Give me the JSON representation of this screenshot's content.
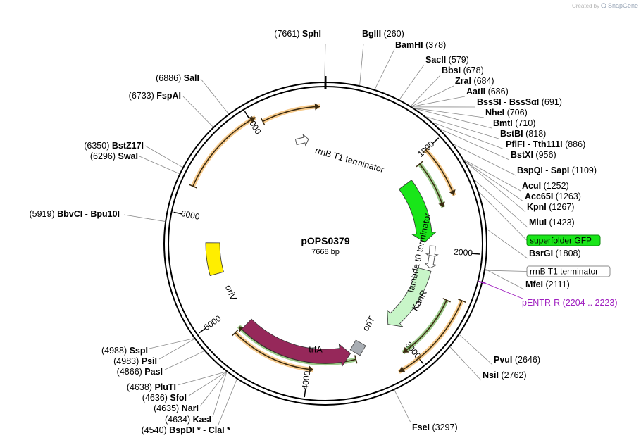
{
  "credit": {
    "prefix": "Created by",
    "brand": "SnapGene"
  },
  "plasmid": {
    "name": "pOPS0379",
    "length": 7668,
    "length_label": "7668 bp"
  },
  "ticks": [
    {
      "pos": 1000,
      "label": "1000"
    },
    {
      "pos": 2000,
      "label": "2000"
    },
    {
      "pos": 3000,
      "label": "3000"
    },
    {
      "pos": 4000,
      "label": "4000"
    },
    {
      "pos": 5000,
      "label": "5000"
    },
    {
      "pos": 6000,
      "label": "6000"
    },
    {
      "pos": 7000,
      "label": "7000"
    }
  ],
  "sites": [
    {
      "name": "SphI",
      "pos": 7661
    },
    {
      "name": "BglII",
      "pos": 260
    },
    {
      "name": "BamHI",
      "pos": 378
    },
    {
      "name": "SacII",
      "pos": 579
    },
    {
      "name": "BbsI",
      "pos": 678
    },
    {
      "name": "ZraI",
      "pos": 684
    },
    {
      "name": "AatII",
      "pos": 686
    },
    {
      "name": "BssSI",
      "name2": "BssSαI",
      "pos": 691
    },
    {
      "name": "NheI",
      "pos": 706
    },
    {
      "name": "BmtI",
      "pos": 710
    },
    {
      "name": "BstBI",
      "pos": 818
    },
    {
      "name": "PflFI",
      "name2": "Tth111I",
      "pos": 886
    },
    {
      "name": "BstXI",
      "pos": 956
    },
    {
      "name": "BspQI",
      "name2": "SapI",
      "pos": 1109
    },
    {
      "name": "AcuI",
      "pos": 1252
    },
    {
      "name": "Acc65I",
      "pos": 1263
    },
    {
      "name": "KpnI",
      "pos": 1267
    },
    {
      "name": "MluI",
      "pos": 1423
    },
    {
      "name": "BsrGI",
      "pos": 1808
    },
    {
      "name": "MfeI",
      "pos": 2111
    },
    {
      "name": "PvuI",
      "pos": 2646
    },
    {
      "name": "NsiI",
      "pos": 2762
    },
    {
      "name": "FseI",
      "pos": 3297
    },
    {
      "name": "BspDI",
      "name2": "ClaI",
      "star": "*",
      "pos": 4540
    },
    {
      "name": "KasI",
      "pos": 4634
    },
    {
      "name": "NarI",
      "pos": 4635
    },
    {
      "name": "SfoI",
      "pos": 4636
    },
    {
      "name": "PluTI",
      "pos": 4638
    },
    {
      "name": "PasI",
      "pos": 4866
    },
    {
      "name": "PsiI",
      "pos": 4983
    },
    {
      "name": "SspI",
      "pos": 4988
    },
    {
      "name": "BbvCI",
      "name2": "Bpu10I",
      "pos": 5919
    },
    {
      "name": "SwaI",
      "pos": 6296
    },
    {
      "name": "BstZ17I",
      "pos": 6350
    },
    {
      "name": "FspAI",
      "pos": 6733
    },
    {
      "name": "SalI",
      "pos": 6886
    }
  ],
  "features": [
    {
      "name": "superfolder GFP",
      "type": "CDS",
      "color": "#19e619",
      "start": 1140,
      "end": 1900,
      "direction": "forward"
    },
    {
      "name": "lambda t0 terminator",
      "type": "terminator",
      "color": "#ffffff",
      "start": 1960,
      "end": 2055,
      "direction": "forward"
    },
    {
      "name": "rrnB T1 terminator",
      "type": "terminator",
      "color": "#ffffff",
      "start": 2080,
      "end": 2160,
      "direction": "forward"
    },
    {
      "name": "KanR",
      "type": "CDS",
      "color": "#c8f5c8",
      "start": 2230,
      "end": 3030,
      "direction": "forward"
    },
    {
      "name": "oriT",
      "type": "origin",
      "color": "#a9aeb4",
      "start": 3410,
      "end": 3520,
      "direction": "none"
    },
    {
      "name": "trfA",
      "type": "CDS",
      "color": "#96285a",
      "start": 3560,
      "end": 4780,
      "direction": "reverse"
    },
    {
      "name": "oriV",
      "type": "origin",
      "color": "#ffee00",
      "start": 5420,
      "end": 5760,
      "direction": "none"
    },
    {
      "name": "rrnB T1 terminator",
      "type": "terminator",
      "color": "#ffffff",
      "start": 7350,
      "end": 7430,
      "direction": "forward"
    }
  ],
  "outer_features": [
    {
      "name": "superfolder GFP",
      "box_label": "superfolder GFP",
      "fill": "#19e619",
      "stroke": "#0a8a0a"
    },
    {
      "name": "rrnB T1 terminator",
      "box_label": "rrnB T1 terminator",
      "fill": "#ffffff",
      "stroke": "#888888"
    }
  ],
  "primers": [
    {
      "name": "pENTR-R",
      "range": "(2204 .. 2223)",
      "pos": 2213,
      "color": "#a020c0"
    }
  ],
  "orfs": [
    {
      "start": 7090,
      "end": 7620,
      "color": "#f0a030"
    },
    {
      "start": 1000,
      "end": 1480,
      "color": "#f0a030"
    },
    {
      "start": 1060,
      "end": 1550,
      "color": "#4aa02c"
    },
    {
      "start": 2450,
      "end": 3080,
      "color": "#4aa02c"
    },
    {
      "start": 2400,
      "end": 3200,
      "color": "#f0a030"
    },
    {
      "start": 3520,
      "end": 4820,
      "color": "#4aa02c"
    },
    {
      "start": 3950,
      "end": 4800,
      "color": "#f0a030",
      "reverse": true
    },
    {
      "start": 6250,
      "end": 7050,
      "color": "#f0a030"
    }
  ]
}
